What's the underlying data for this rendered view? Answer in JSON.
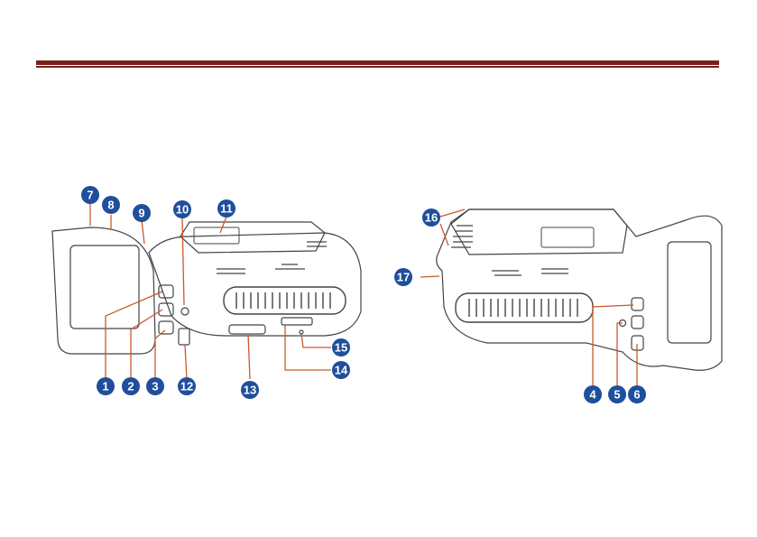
{
  "diagram": {
    "callouts": [
      {
        "id": "1",
        "label": "1"
      },
      {
        "id": "2",
        "label": "2"
      },
      {
        "id": "3",
        "label": "3"
      },
      {
        "id": "4",
        "label": "4"
      },
      {
        "id": "5",
        "label": "5"
      },
      {
        "id": "6",
        "label": "6"
      },
      {
        "id": "7",
        "label": "7"
      },
      {
        "id": "8",
        "label": "8"
      },
      {
        "id": "9",
        "label": "9"
      },
      {
        "id": "10",
        "label": "10"
      },
      {
        "id": "11",
        "label": "11"
      },
      {
        "id": "12",
        "label": "12"
      },
      {
        "id": "13",
        "label": "13"
      },
      {
        "id": "14",
        "label": "14"
      },
      {
        "id": "15",
        "label": "15"
      },
      {
        "id": "16",
        "label": "16"
      },
      {
        "id": "17",
        "label": "17"
      }
    ],
    "colors": {
      "header_rule": "#7a1f1a",
      "callout_fill": "#1f4e9c",
      "leader_line": "#c85a2a",
      "device_outline": "#444444"
    }
  }
}
